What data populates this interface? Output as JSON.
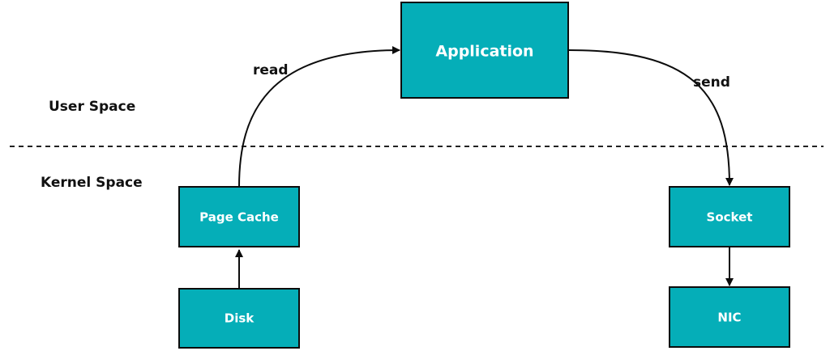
{
  "diagram": {
    "regions": {
      "user_space": "User Space",
      "kernel_space": "Kernel Space"
    },
    "nodes": {
      "application": "Application",
      "page_cache": "Page Cache",
      "disk": "Disk",
      "socket": "Socket",
      "nic": "NIC"
    },
    "edges": {
      "read": "read",
      "send": "send"
    },
    "colors": {
      "node_fill": "#05aeb8",
      "node_text": "#ffffff",
      "line": "#0c0c0c"
    }
  }
}
